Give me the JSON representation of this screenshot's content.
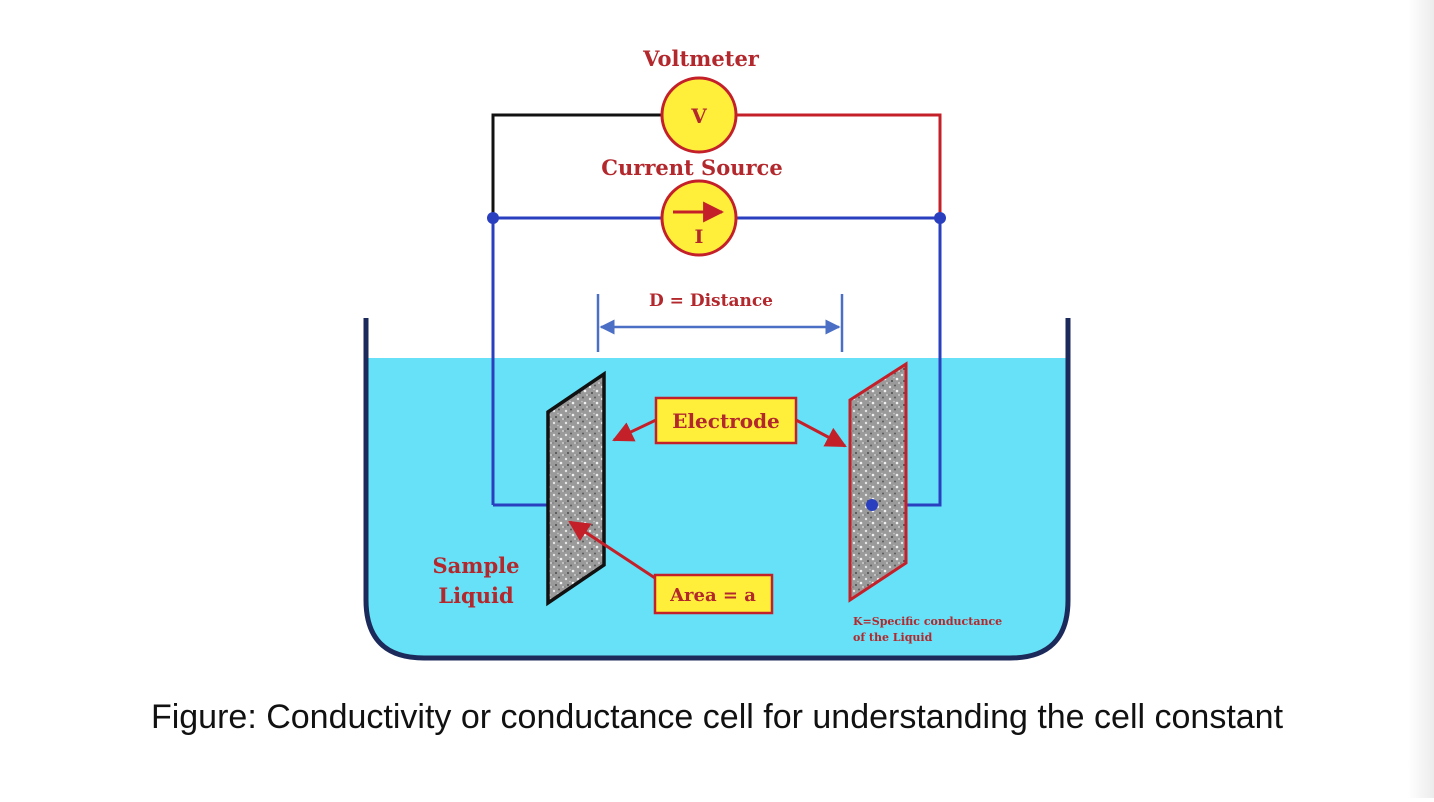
{
  "diagram": {
    "voltmeter_label": "Voltmeter",
    "voltmeter_symbol": "V",
    "current_source_label": "Current Source",
    "current_source_symbol": "I",
    "distance_label": "D = Distance",
    "electrode_label": "Electrode",
    "area_label": "Area = a",
    "sample_liquid_line1": "Sample",
    "sample_liquid_line2": "Liquid",
    "specific_conductance_line1": "K=Specific conductance",
    "specific_conductance_line2": "of the Liquid",
    "caption": "Figure: Conductivity or conductance cell for understanding the cell constant"
  },
  "colors": {
    "liquid": "#66e1f7",
    "wire_blue": "#2a3fbf",
    "wire_red": "#c4202a",
    "wire_black": "#111111",
    "meter_fill": "#ffef3a",
    "label_red": "#b3282d"
  }
}
